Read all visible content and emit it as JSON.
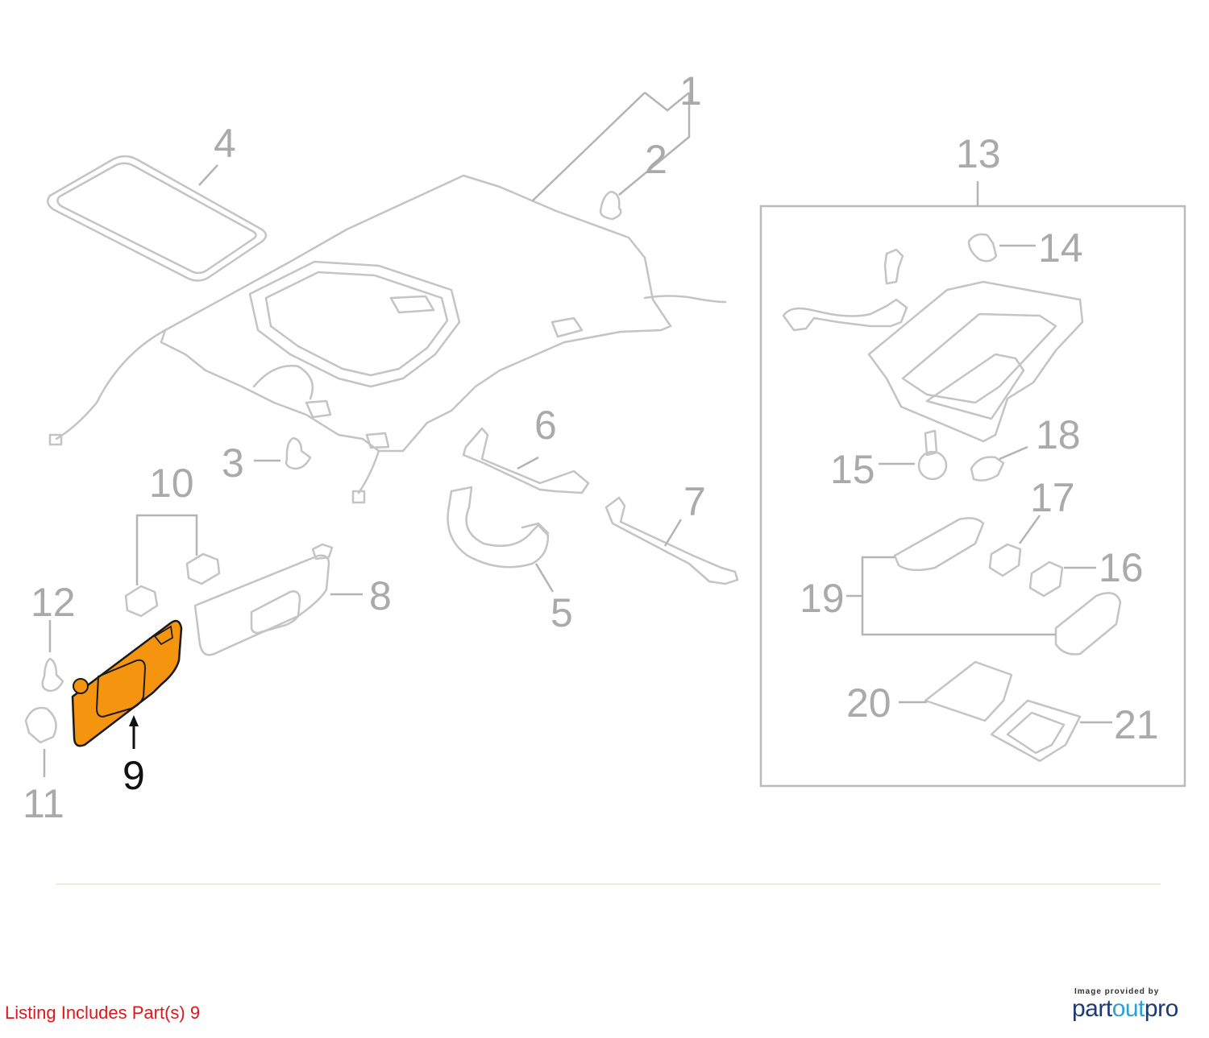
{
  "callouts": [
    {
      "id": "1",
      "label": "1"
    },
    {
      "id": "2",
      "label": "2"
    },
    {
      "id": "3",
      "label": "3"
    },
    {
      "id": "4",
      "label": "4"
    },
    {
      "id": "5",
      "label": "5"
    },
    {
      "id": "6",
      "label": "6"
    },
    {
      "id": "7",
      "label": "7"
    },
    {
      "id": "8",
      "label": "8"
    },
    {
      "id": "9",
      "label": "9"
    },
    {
      "id": "10",
      "label": "10"
    },
    {
      "id": "11",
      "label": "11"
    },
    {
      "id": "12",
      "label": "12"
    },
    {
      "id": "13",
      "label": "13"
    },
    {
      "id": "14",
      "label": "14"
    },
    {
      "id": "15",
      "label": "15"
    },
    {
      "id": "16",
      "label": "16"
    },
    {
      "id": "17",
      "label": "17"
    },
    {
      "id": "18",
      "label": "18"
    },
    {
      "id": "19",
      "label": "19"
    },
    {
      "id": "20",
      "label": "20"
    },
    {
      "id": "21",
      "label": "21"
    }
  ],
  "highlighted_part": "9",
  "colors": {
    "highlight_fill": "#f5940f",
    "outline": "#c4c4c4",
    "text_gray": "#aaaaaa",
    "listing_red": "#e0161b",
    "brand_navy": "#1d3a73",
    "brand_blue": "#2aa3d4"
  },
  "footer": {
    "listing_text": "Listing Includes Part(s) 9",
    "provided_by": "Image provided by",
    "brand_part": "part",
    "brand_out": "out",
    "brand_pro": "pro"
  }
}
